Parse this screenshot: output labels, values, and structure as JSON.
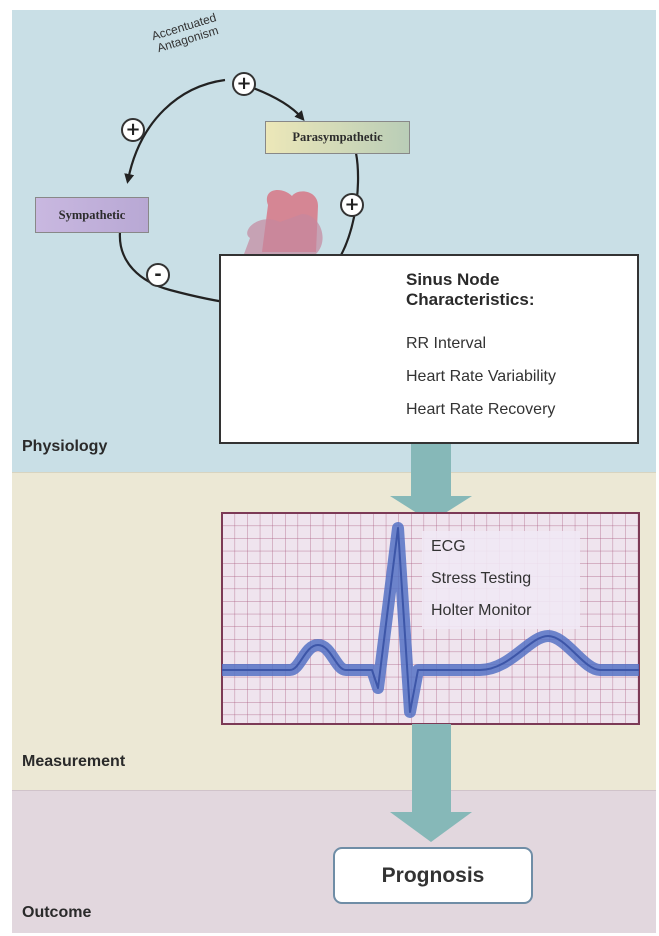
{
  "bands": {
    "physiology": "Physiology",
    "measurement": "Measurement",
    "outcome": "Outcome"
  },
  "loop": {
    "label": "Accentuated Antagonism",
    "parasympathetic": "Parasympathetic",
    "sympathetic": "Sympathetic",
    "signs": [
      "+",
      "+",
      "+",
      "-"
    ]
  },
  "sinus_node": {
    "title": "Sinus Node Characteristics:",
    "items": [
      "RR Interval",
      "Heart Rate Variability",
      "Heart Rate Recovery"
    ]
  },
  "measurement": {
    "items": [
      "ECG",
      "Stress Testing",
      "Holter Monitor"
    ]
  },
  "outcome": {
    "label": "Prognosis"
  },
  "colors": {
    "physiology_band": "#c9dfe6",
    "measurement_band": "#ece8d5",
    "outcome_band": "#e2d7de",
    "ecg_grid": "#8a3b5e",
    "ecg_trace": "#5572c4",
    "flow_arrow": "#86b8b8"
  }
}
